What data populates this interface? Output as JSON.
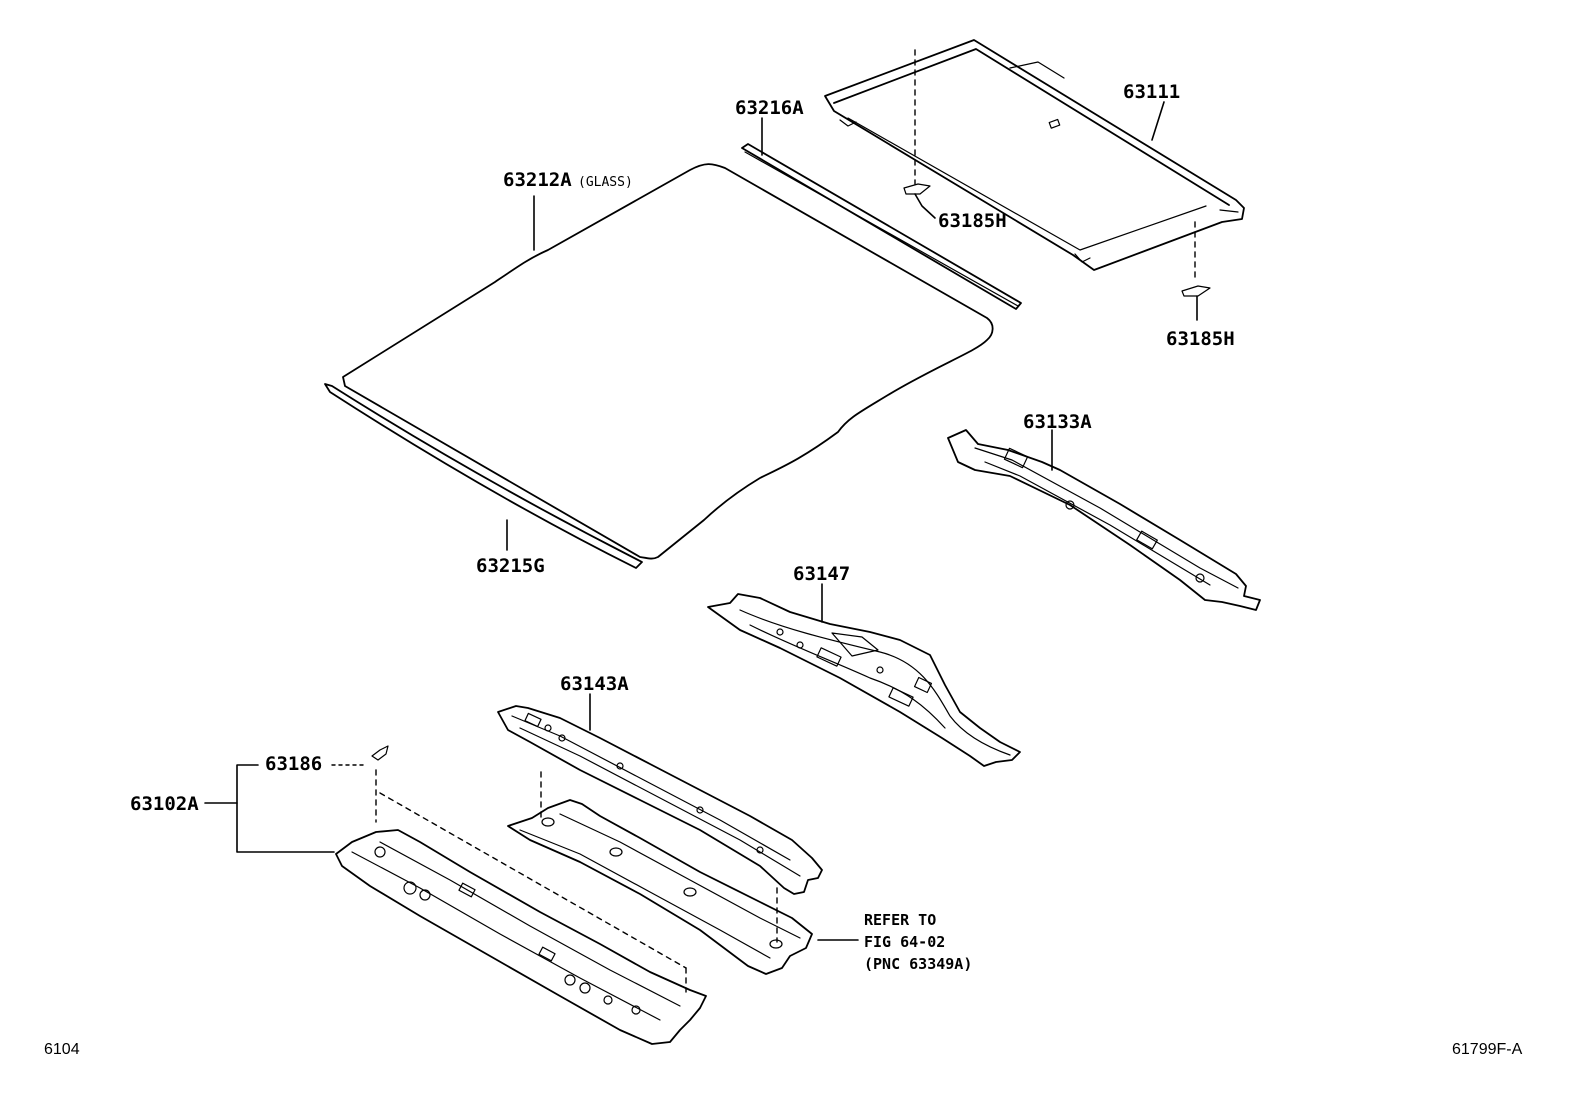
{
  "labels": {
    "p63111": "63111",
    "p63216A": "63216A",
    "p63212A": "63212A",
    "p63212A_note": "(GLASS)",
    "p63185H_top": "63185H",
    "p63185H_bottom": "63185H",
    "p63215G": "63215G",
    "p63133A": "63133A",
    "p63147": "63147",
    "p63143A": "63143A",
    "p63186": "63186",
    "p63102A": "63102A"
  },
  "reference": {
    "line1": "REFER TO",
    "line2": "FIG 64-02",
    "line3": "(PNC 63349A)"
  },
  "footer": {
    "left_code": "6104",
    "right_code": "61799F-A"
  }
}
